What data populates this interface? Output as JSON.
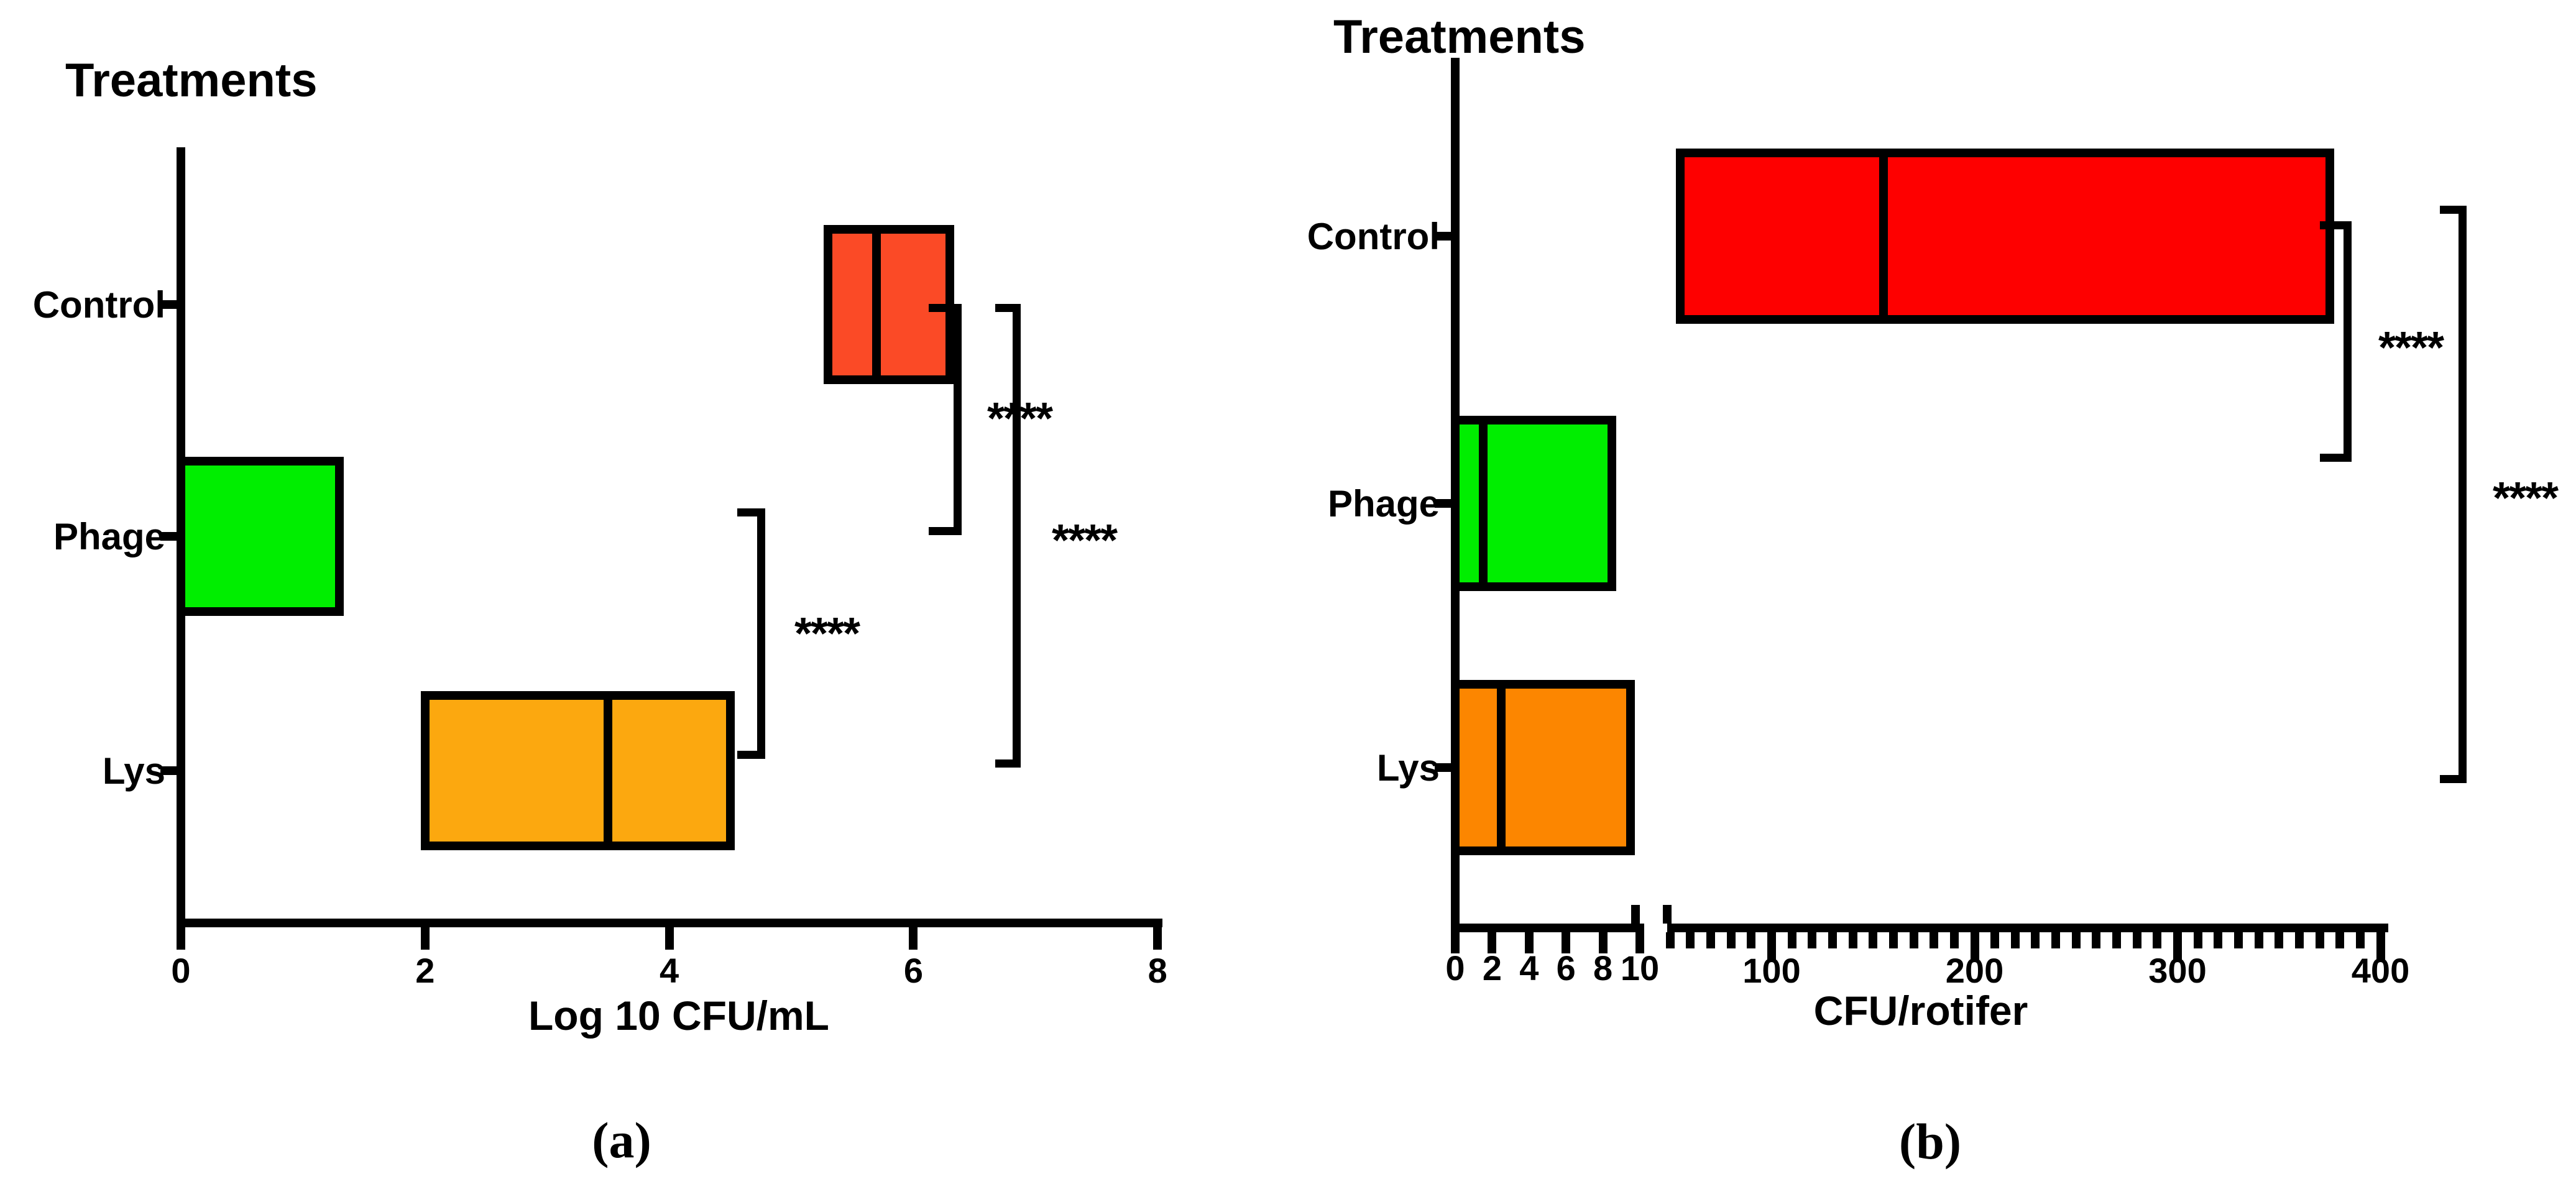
{
  "figure": {
    "background": "#ffffff",
    "panels": [
      {
        "letter": "(a)",
        "title": "Treatments",
        "x_axis_label": "Log 10 CFU/mL"
      },
      {
        "letter": "(b)",
        "title": "Treatments",
        "x_axis_label": "CFU/rotifer"
      }
    ]
  },
  "chart_data": [
    {
      "type": "boxplot",
      "orientation": "horizontal",
      "title": "Treatments",
      "xlabel": "Log 10 CFU/mL",
      "ylabel": "Treatments",
      "xlim": [
        0,
        8
      ],
      "x_ticks": [
        0,
        2,
        4,
        6,
        8
      ],
      "grid": false,
      "legend": "none",
      "categories": [
        "Control",
        "Phage",
        "Lys"
      ],
      "boxes": [
        {
          "category": "Control",
          "q1": 5.3,
          "median": 5.7,
          "q3": 6.3,
          "color": "#FB4A26"
        },
        {
          "category": "Phage",
          "q1": 0,
          "median": 0,
          "q3": 1.3,
          "color": "#00EE00"
        },
        {
          "category": "Lys",
          "q1": 2.0,
          "median": 3.5,
          "q3": 4.5,
          "color": "#FCA80F"
        }
      ],
      "significance": [
        {
          "between": [
            "Phage",
            "Lys"
          ],
          "label": "****"
        },
        {
          "between": [
            "Control",
            "Phage"
          ],
          "label": "****"
        },
        {
          "between": [
            "Control",
            "Lys"
          ],
          "label": "****"
        }
      ]
    },
    {
      "type": "boxplot",
      "orientation": "horizontal",
      "title": "Treatments",
      "xlabel": "CFU/rotifer",
      "ylabel": "Treatments",
      "xlim": [
        0,
        400
      ],
      "axis_break_between": [
        10,
        50
      ],
      "x_ticks_before_break": [
        0,
        2,
        4,
        6,
        8,
        10
      ],
      "x_ticks_after_break_major": [
        100,
        200,
        300,
        400
      ],
      "x_minor_tick_step_after_break": 10,
      "grid": false,
      "legend": "none",
      "categories": [
        "Control",
        "Phage",
        "Lys"
      ],
      "boxes": [
        {
          "category": "Control",
          "q1": 55,
          "median": 155,
          "q3": 375,
          "color": "#FE0000"
        },
        {
          "category": "Phage",
          "q1": 0,
          "median": 1.5,
          "q3": 8.5,
          "color": "#00EE00"
        },
        {
          "category": "Lys",
          "q1": 0,
          "median": 2.5,
          "q3": 9.5,
          "color": "#FC8600"
        }
      ],
      "significance": [
        {
          "between": [
            "Control",
            "Phage"
          ],
          "label": "****"
        },
        {
          "between": [
            "Control",
            "Lys"
          ],
          "label": "****"
        }
      ]
    }
  ]
}
